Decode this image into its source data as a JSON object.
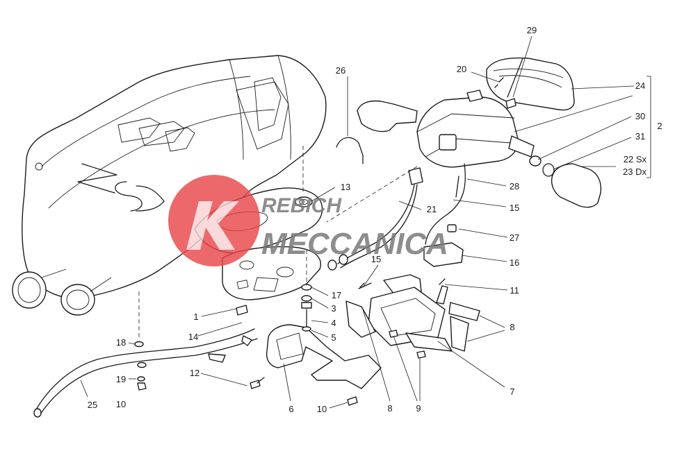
{
  "callouts": {
    "c29": "29",
    "c20": "20",
    "c24": "24",
    "c26": "26",
    "c30": "30",
    "c31": "31",
    "c2": "2",
    "c22": "22 Sx",
    "c23": "23 Dx",
    "c13": "13",
    "c28": "28",
    "c21": "21",
    "c15a": "15",
    "c27": "27",
    "c16": "16",
    "c15b": "15",
    "c11": "11",
    "c17": "17",
    "c3": "3",
    "c4": "4",
    "c5": "5",
    "c1": "1",
    "c14": "14",
    "c8a": "8",
    "c18": "18",
    "c12": "12",
    "c19": "19",
    "c10a": "10",
    "c25": "25",
    "c6": "6",
    "c10b": "10",
    "c8b": "8",
    "c9": "9",
    "c7": "7"
  },
  "watermark": {
    "line1": "REBICH",
    "line2": "MECCANICA",
    "logo_color": "#e8474b",
    "text_color": "#7a7a7a"
  }
}
